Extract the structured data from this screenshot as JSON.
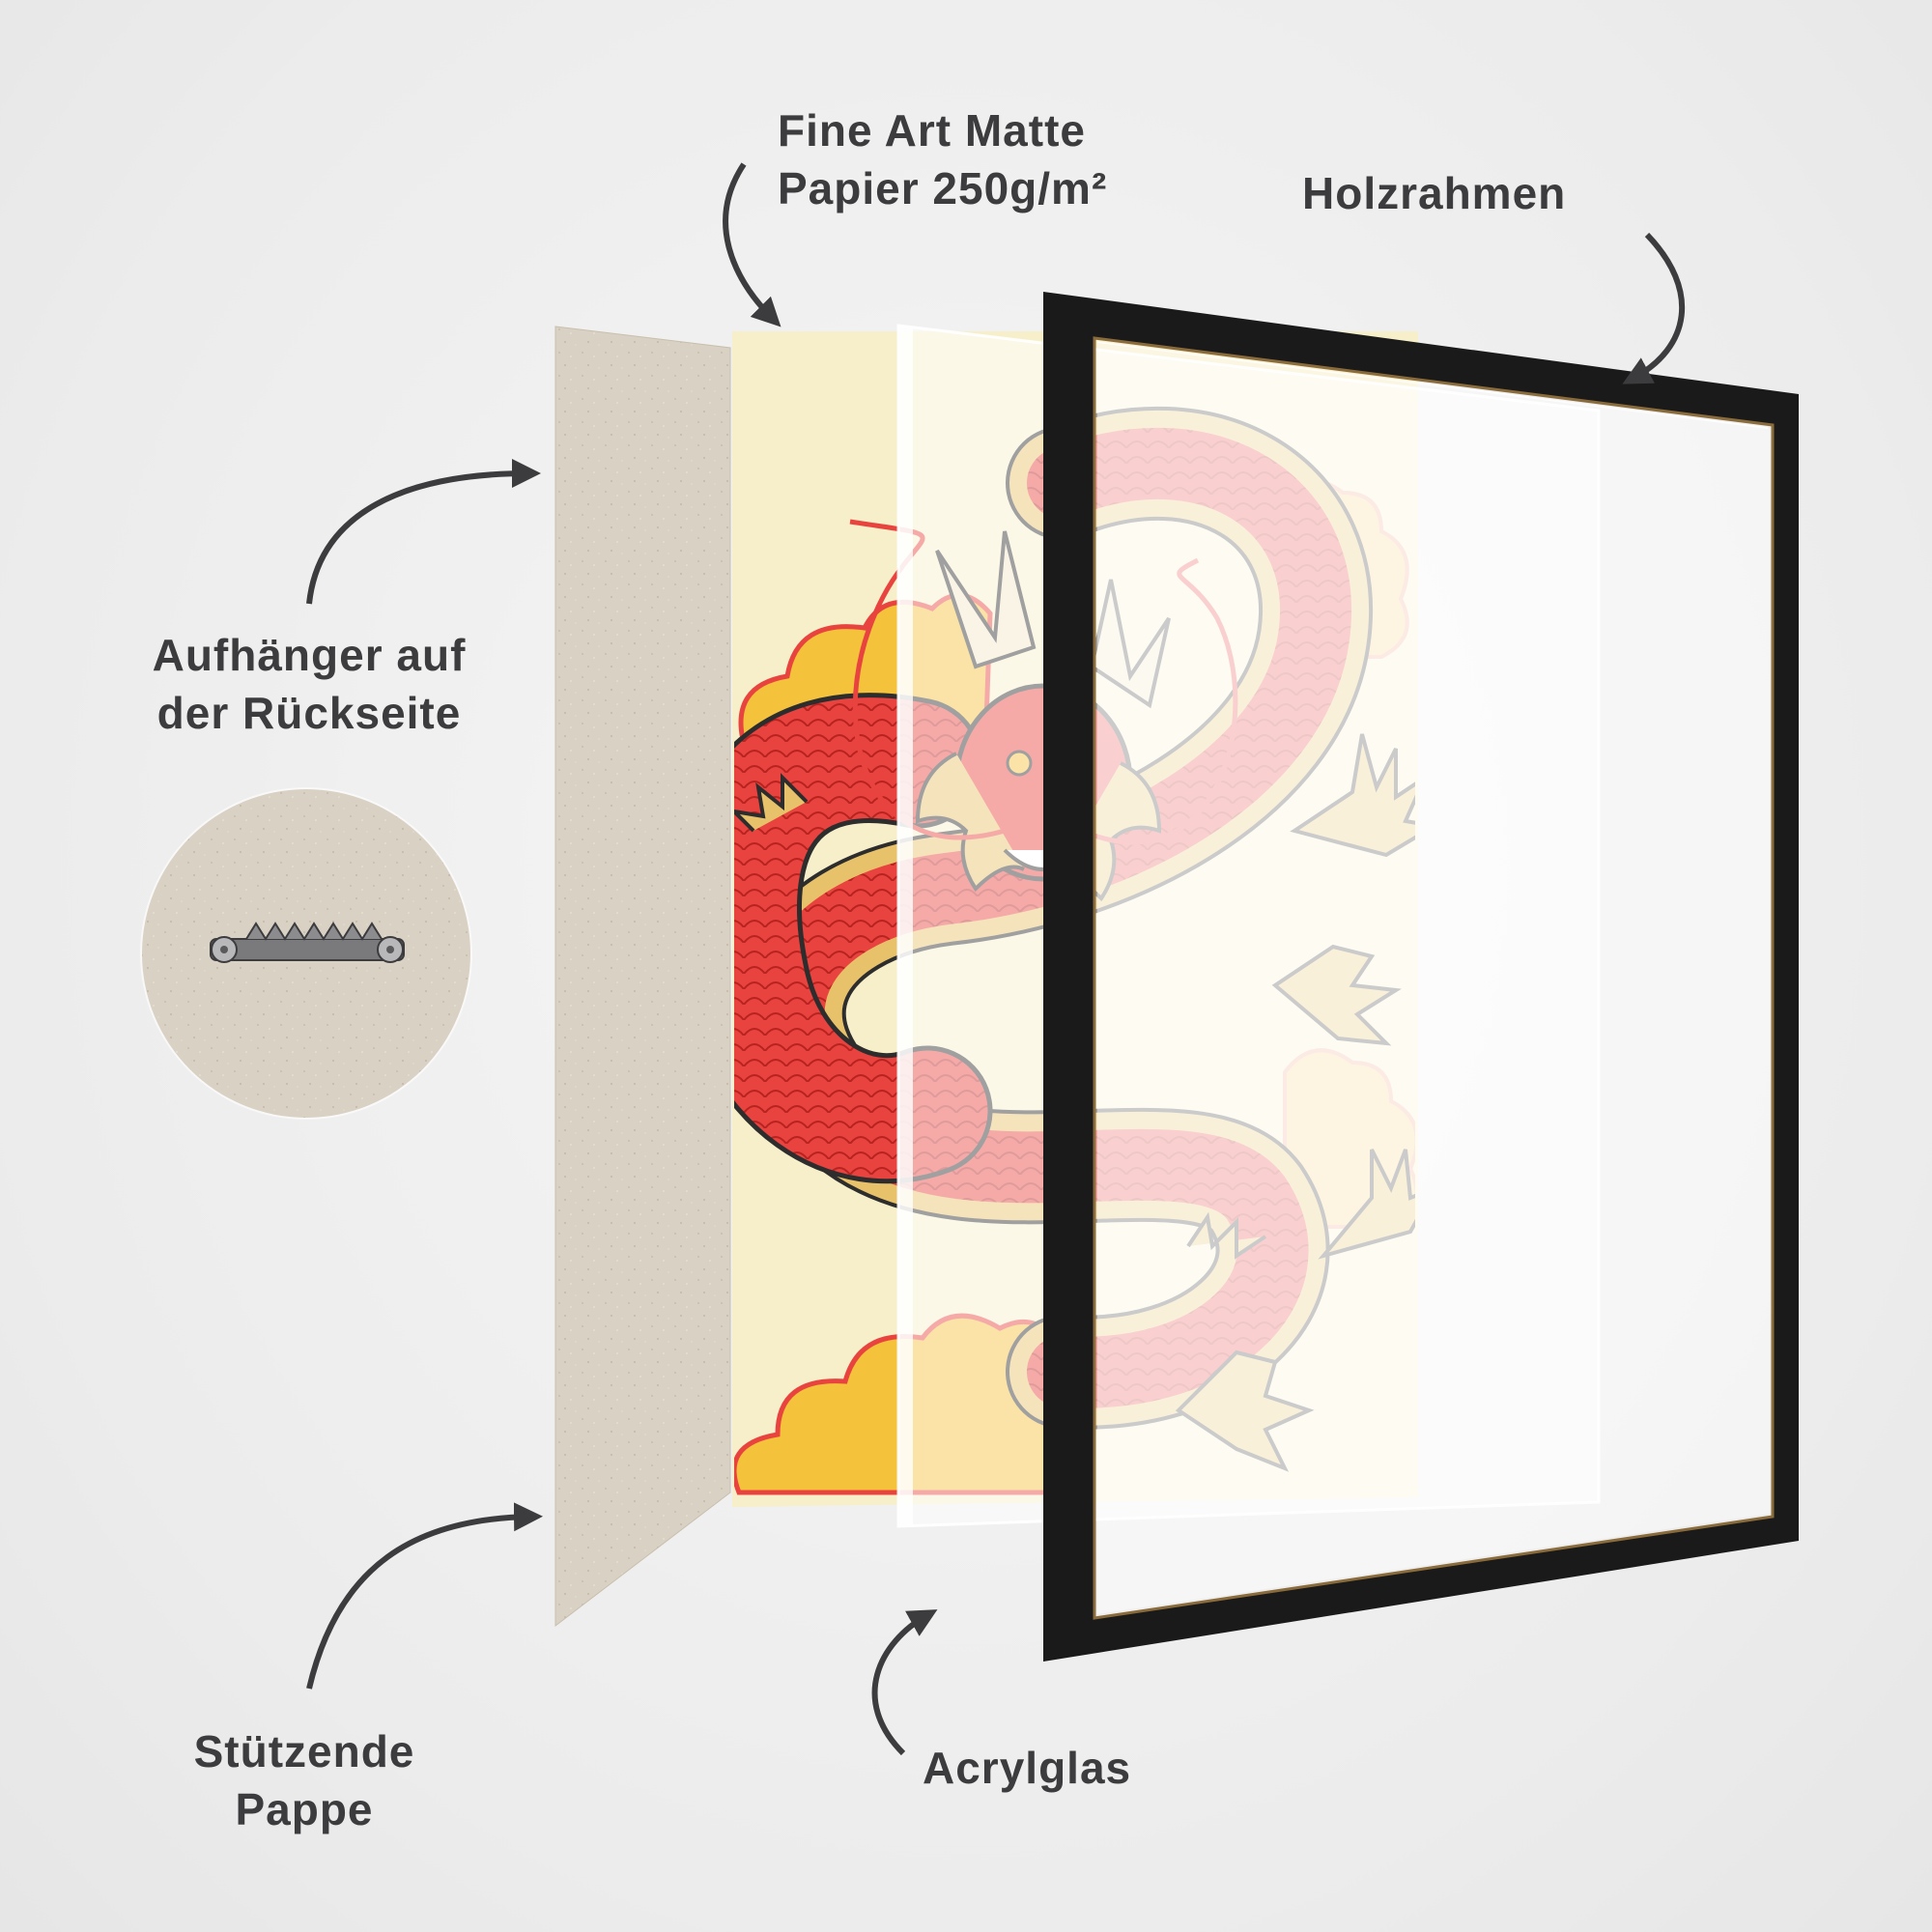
{
  "labels": {
    "paper": {
      "line1": "Fine Art Matte",
      "line2": "Papier 250g/m²"
    },
    "frame": "Holzrahmen",
    "hanger": {
      "line1": "Aufhänger auf",
      "line2": "der Rückseite"
    },
    "board": {
      "line1": "Stützende",
      "line2": "Pappe"
    },
    "acrylic": "Acrylglas"
  },
  "colors": {
    "text": "#3c3c3e",
    "arrow": "#3c3c3e",
    "cardboard": "#d9d1c3",
    "paper": "#f7efc9",
    "dragon_red": "#e8433f",
    "dragon_gold": "#e8c26a",
    "cloud": "#f5c23c",
    "frame": "#1a1a1a"
  }
}
